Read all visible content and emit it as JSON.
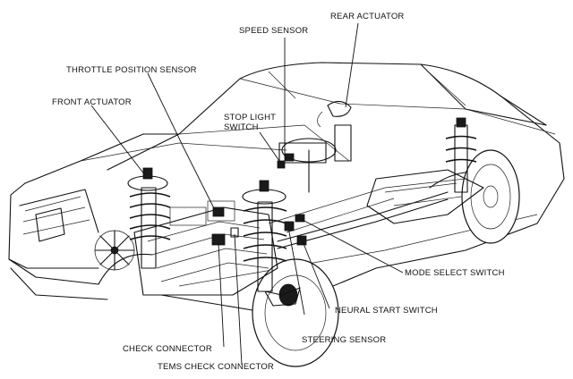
{
  "labels": {
    "rear_actuator": "REAR ACTUATOR",
    "speed_sensor": "SPEED SENSOR",
    "throttle_position_sensor": "THROTTLE POSITION SENSOR",
    "front_actuator": "FRONT ACTUATOR",
    "stop_light_switch_line1": "STOP LIGHT",
    "stop_light_switch_line2": "SWITCH",
    "mode_select_switch": "MODE SELECT SWITCH",
    "neural_start_switch": "NEURAL START SWITCH",
    "steering_sensor": "STEERING SENSOR",
    "check_connector": "CHECK CONNECTOR",
    "tems_check_connector": "TEMS CHECK CONNECTOR"
  }
}
